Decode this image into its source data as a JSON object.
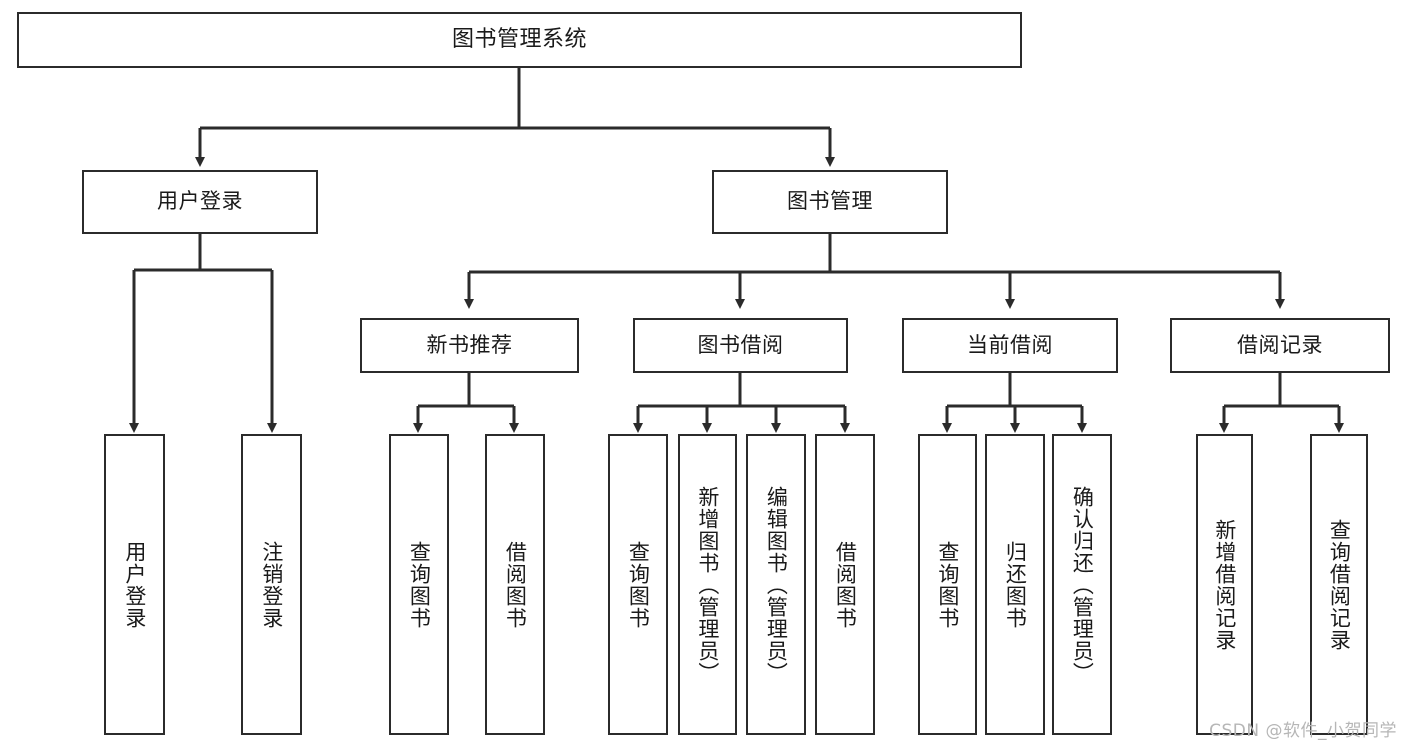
{
  "diagram": {
    "title": "图书管理系统",
    "watermark": "CSDN @软件_小贺同学",
    "stroke_color": "#2b2b2b",
    "fill_color": "#ffffff",
    "text_color": "#1a1a1a",
    "watermark_color": "#b6b6b6"
  },
  "nodes": {
    "root": {
      "label": "图书管理系统"
    },
    "level2": [
      {
        "label": "用户登录"
      },
      {
        "label": "图书管理"
      }
    ],
    "level3": [
      {
        "label": "新书推荐"
      },
      {
        "label": "图书借阅"
      },
      {
        "label": "当前借阅"
      },
      {
        "label": "借阅记录"
      }
    ],
    "leaves_user_login": [
      {
        "label": "用户登录"
      },
      {
        "label": "注销登录"
      }
    ],
    "leaves_new_book": [
      {
        "label": "查询图书"
      },
      {
        "label": "借阅图书"
      }
    ],
    "leaves_borrow": [
      {
        "label": "查询图书"
      },
      {
        "label": "新增图书（管理员）"
      },
      {
        "label": "编辑图书（管理员）"
      },
      {
        "label": "借阅图书"
      }
    ],
    "leaves_current": [
      {
        "label": "查询图书"
      },
      {
        "label": "归还图书"
      },
      {
        "label": "确认归还（管理员）"
      }
    ],
    "leaves_records": [
      {
        "label": "新增借阅记录"
      },
      {
        "label": "查询借阅记录"
      }
    ]
  },
  "chart_data": {
    "type": "diagram",
    "title": "图书管理系统",
    "tree": {
      "name": "图书管理系统",
      "children": [
        {
          "name": "用户登录",
          "children": [
            {
              "name": "用户登录"
            },
            {
              "name": "注销登录"
            }
          ]
        },
        {
          "name": "图书管理",
          "children": [
            {
              "name": "新书推荐",
              "children": [
                {
                  "name": "查询图书"
                },
                {
                  "name": "借阅图书"
                }
              ]
            },
            {
              "name": "图书借阅",
              "children": [
                {
                  "name": "查询图书"
                },
                {
                  "name": "新增图书（管理员）"
                },
                {
                  "name": "编辑图书（管理员）"
                },
                {
                  "name": "借阅图书"
                }
              ]
            },
            {
              "name": "当前借阅",
              "children": [
                {
                  "name": "查询图书"
                },
                {
                  "name": "归还图书"
                },
                {
                  "name": "确认归还（管理员）"
                }
              ]
            },
            {
              "name": "借阅记录",
              "children": [
                {
                  "name": "新增借阅记录"
                },
                {
                  "name": "查询借阅记录"
                }
              ]
            }
          ]
        }
      ]
    }
  }
}
